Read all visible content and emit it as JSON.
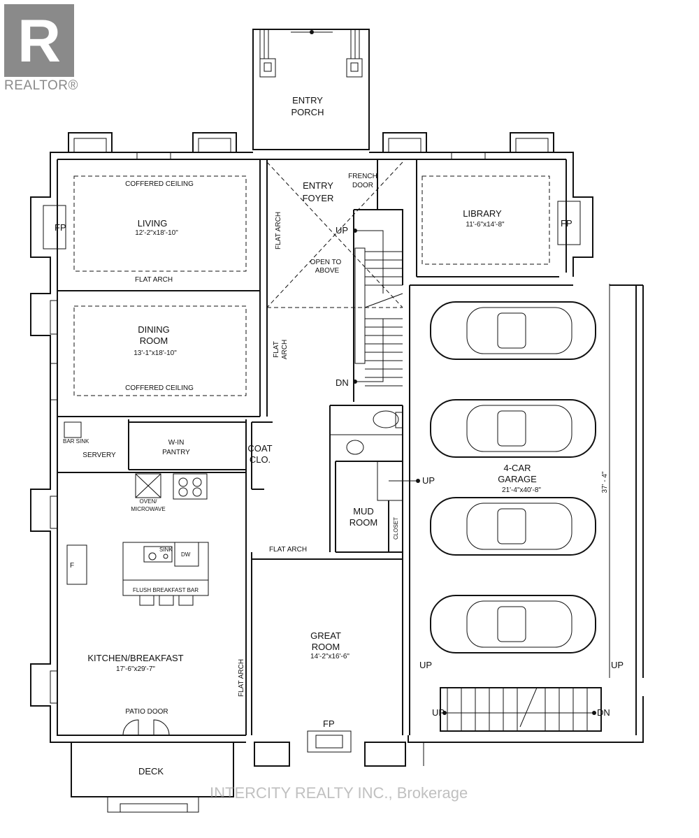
{
  "brand": {
    "logo_letter": "R",
    "name": "REALTOR",
    "mark": "®"
  },
  "watermark": "INTERCITY REALTY INC., Brokerage",
  "rooms": {
    "entry_porch": [
      "ENTRY",
      "PORCH"
    ],
    "entry_foyer": [
      "ENTRY",
      "FOYER"
    ],
    "french_door": [
      "FRENCH",
      "DOOR"
    ],
    "living": {
      "name": "LIVING",
      "size": "12'-2\"x18'-10\"",
      "ceiling": "COFFERED CEILING"
    },
    "library": {
      "name": "LIBRARY",
      "size": "11'-6\"x14'-8\""
    },
    "dining": {
      "name": [
        "DINING",
        "ROOM"
      ],
      "size": "13'-1\"x18'-10\"",
      "ceiling": "COFFERED CEILING"
    },
    "open_to_above": [
      "OPEN TO",
      "ABOVE"
    ],
    "servery": "SERVERY",
    "bar_sink": "BAR SINK",
    "pantry": [
      "W-IN",
      "PANTRY"
    ],
    "coat": [
      "COAT",
      "CLO."
    ],
    "mud_room": [
      "MUD",
      "ROOM"
    ],
    "closet": "CLOSET",
    "oven": [
      "OVEN/",
      "MICROWAVE"
    ],
    "sink": "SINK",
    "dw": "DW",
    "fridge": "F",
    "breakfast_bar": "FLUSH BREAKFAST BAR",
    "kitchen": {
      "name": "KITCHEN/BREAKFAST",
      "size": "17'-6\"x29'-7\""
    },
    "great_room": {
      "name": [
        "GREAT",
        "ROOM"
      ],
      "size": "14'-2\"x16'-6\""
    },
    "garage": {
      "name": [
        "4-CAR",
        "GARAGE"
      ],
      "size": "21'-4\"x40'-8\"",
      "dimension": "37' - 4\""
    },
    "patio_door": "PATIO DOOR",
    "deck": "DECK"
  },
  "annotations": {
    "fp": "FP",
    "flat_arch": "FLAT ARCH",
    "flat_arch_split": [
      "FLAT",
      "ARCH"
    ],
    "up": "UP",
    "dn": "DN"
  }
}
